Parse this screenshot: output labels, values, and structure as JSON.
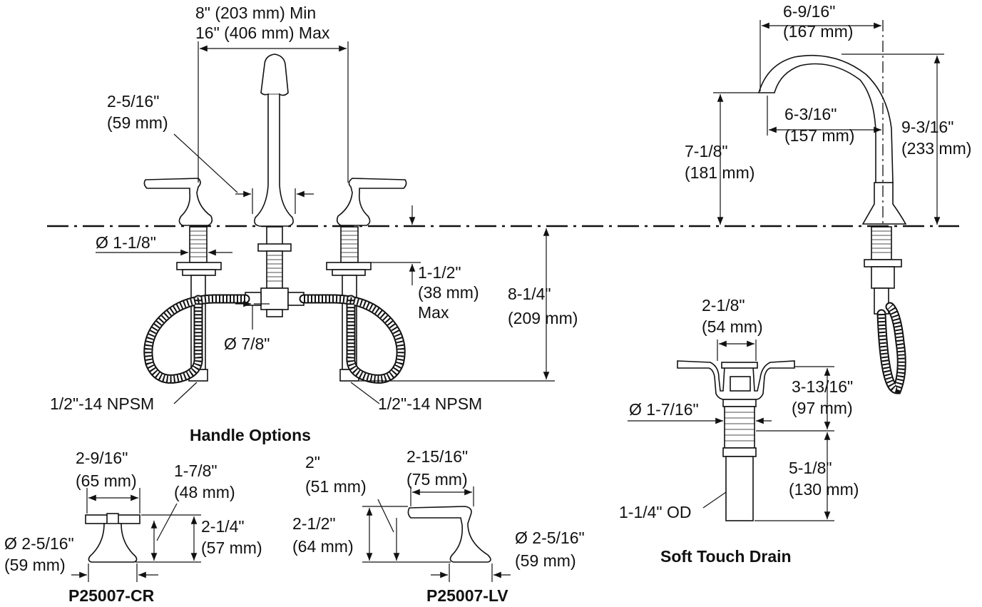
{
  "labels": {
    "spread_min_max": [
      "8\" (203 mm) Min",
      "16\" (406 mm) Max"
    ],
    "handle_offset": [
      "2-5/16\"",
      "(59 mm)"
    ],
    "handle_dia": "Ø 1-1/8\"",
    "deck_thickness": [
      "1-1/2\"",
      "(38 mm)",
      "Max"
    ],
    "shank_length": [
      "8-1/4\"",
      "(209 mm)"
    ],
    "valve_dia": "Ø 7/8\"",
    "npsm_left": "1/2\"-14 NPSM",
    "npsm_right": "1/2\"-14 NPSM",
    "spout_reach_outer": [
      "6-9/16\"",
      "(167 mm)"
    ],
    "spout_reach_inner": [
      "6-3/16\"",
      "(157 mm)"
    ],
    "spout_clearance": [
      "7-1/8\"",
      "(181 mm)"
    ],
    "spout_height": [
      "9-3/16\"",
      "(233 mm)"
    ],
    "drain_flange": [
      "2-1/8\"",
      "(54 mm)"
    ],
    "drain_dia": "Ø 1-7/16\"",
    "drain_depth": [
      "3-13/16\"",
      "(97 mm)"
    ],
    "drain_tail": [
      "5-1/8\"",
      "(130 mm)"
    ],
    "drain_od": "1-1/4\" OD",
    "cr_width": [
      "2-9/16\"",
      "(65 mm)"
    ],
    "cr_height_top": [
      "1-7/8\"",
      "(48 mm)"
    ],
    "cr_height": [
      "2-1/4\"",
      "(57 mm)"
    ],
    "cr_base": [
      "Ø 2-5/16\"",
      "(59 mm)"
    ],
    "lv_handle_height": [
      "2\"",
      "(51 mm)"
    ],
    "lv_reach": [
      "2-15/16\"",
      "(75 mm)"
    ],
    "lv_height": [
      "2-1/2\"",
      "(64 mm)"
    ],
    "lv_base": [
      "Ø 2-5/16\"",
      "(59 mm)"
    ]
  },
  "captions": {
    "handle_options": "Handle Options",
    "soft_touch_drain": "Soft Touch Drain",
    "model_cr": "P25007-CR",
    "model_lv": "P25007-LV"
  }
}
